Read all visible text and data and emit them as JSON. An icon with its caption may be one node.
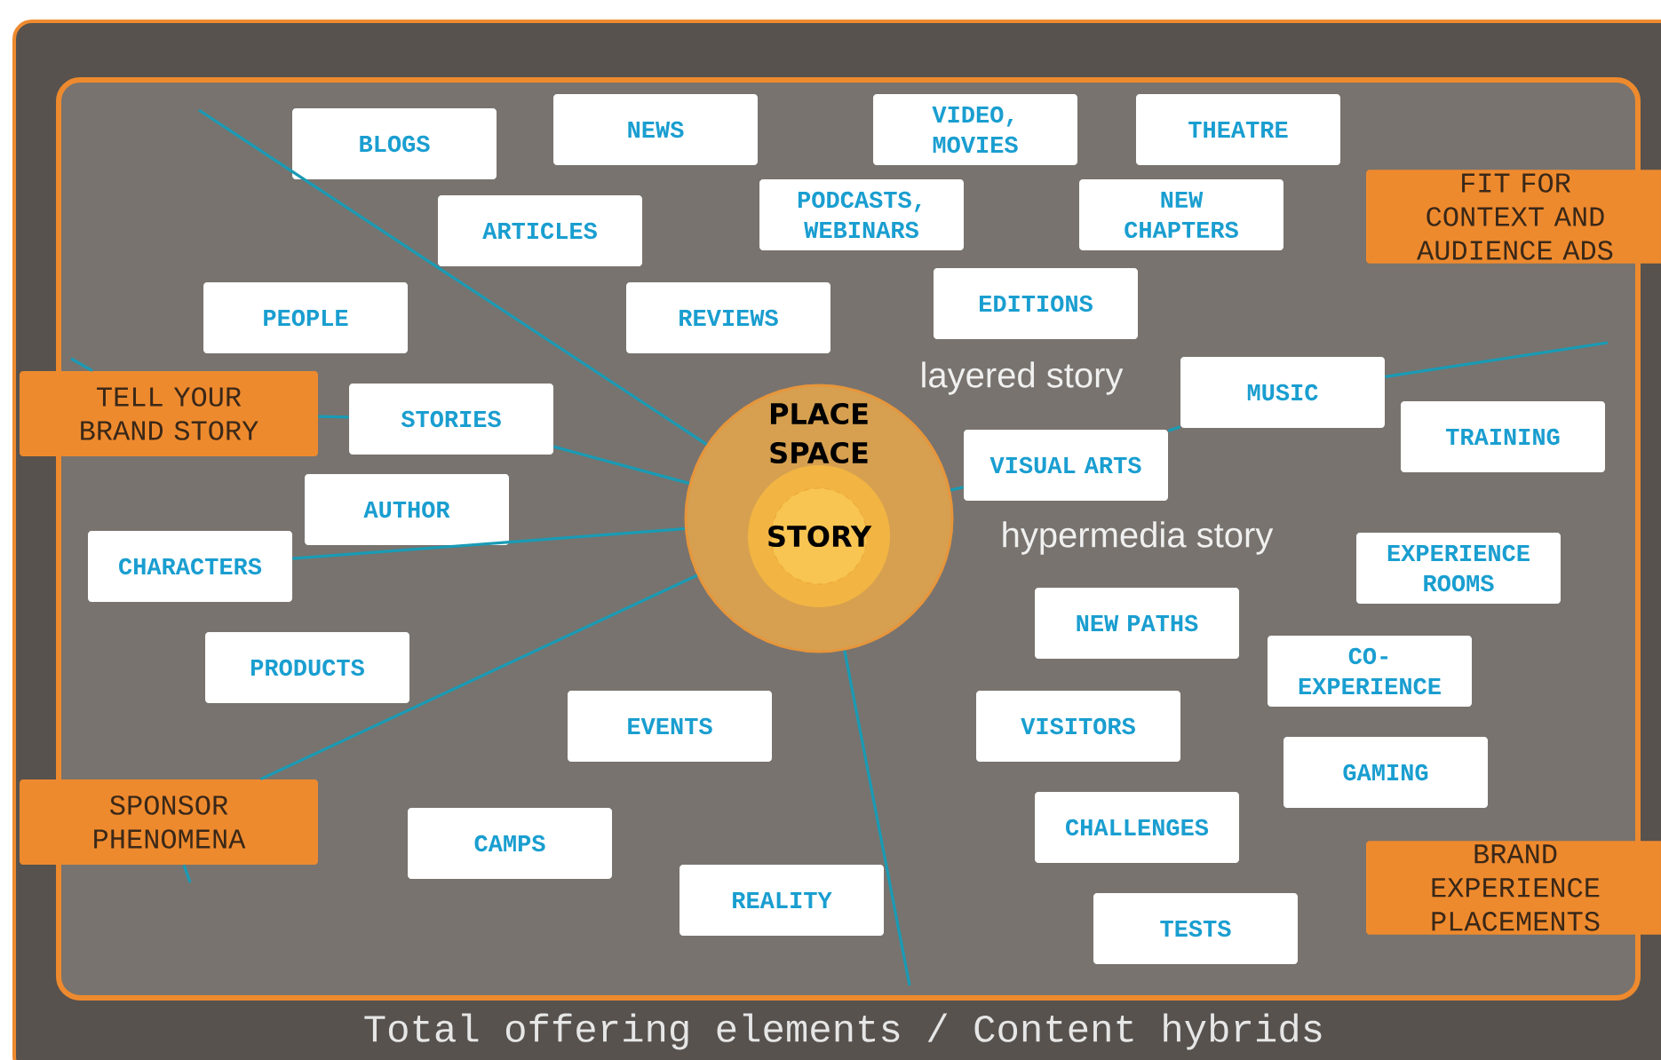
{
  "diagram": {
    "caption": "Total offering elements / Content hybrids",
    "nodes": [
      {
        "text": [
          "BLOGS"
        ]
      },
      {
        "text": [
          "NEWS"
        ]
      },
      {
        "text": [
          "VIDEO, MOVIES"
        ]
      },
      {
        "text": [
          "THEATRE"
        ]
      },
      {
        "text": [
          "FIT FOR CONTEXT AND AUDIENCE ADS"
        ]
      },
      {
        "text": [
          "PODCASTS, WEBINARS"
        ]
      },
      {
        "text": [
          "NEW CHAPTERS"
        ]
      },
      {
        "text": [
          "ARTICLES"
        ]
      },
      {
        "text": [
          "EDITIONS"
        ]
      },
      {
        "text": [
          "PEOPLE"
        ]
      },
      {
        "text": [
          "REVIEWS"
        ]
      },
      {
        "text": [
          "TELL YOUR BRAND STORY"
        ]
      },
      {
        "text": [
          "MUSIC"
        ]
      },
      {
        "text": [
          "STORIES"
        ]
      },
      {
        "text": [
          "TRAINING"
        ]
      },
      {
        "text": [
          "VISUAL ARTS"
        ]
      },
      {
        "text": [
          "AUTHOR"
        ]
      },
      {
        "text": [
          "PLACE SPACE"
        ]
      },
      {
        "text": [
          "STORY"
        ],
        "in": 17
      },
      {
        "text": [
          "CHARACTERS"
        ]
      },
      {
        "text": [
          "EXPERIENCE ROOMS"
        ]
      },
      {
        "text": [
          "NEW PATHS"
        ]
      },
      {
        "text": [
          "PRODUCTS"
        ]
      },
      {
        "text": [
          "CO-EXPERIENCE"
        ]
      },
      {
        "text": [
          "EVENTS"
        ]
      },
      {
        "text": [
          "VISITORS"
        ]
      },
      {
        "text": [
          "GAMING"
        ]
      },
      {
        "text": [
          "SPONSOR PHENOMENA"
        ]
      },
      {
        "text": [
          "BRAND EXPERIENCE PLACEMENTS"
        ]
      },
      {
        "text": [
          "CAMPS"
        ]
      },
      {
        "text": [
          "CHALLENGES"
        ]
      },
      {
        "text": [
          "REALITY"
        ]
      },
      {
        "text": [
          "TESTS"
        ]
      }
    ],
    "edges": [
      {
        "from": 17,
        "to": null,
        "arrow": "none"
      },
      {
        "from": 17,
        "to": 13,
        "arrow": "none"
      },
      {
        "from": 13,
        "to": 11,
        "arrow": "none"
      },
      {
        "from": 11,
        "to": null,
        "arrow": "none"
      },
      {
        "from": 17,
        "to": 19,
        "arrow": "none"
      },
      {
        "from": 17,
        "to": 27,
        "arrow": "none"
      },
      {
        "from": 27,
        "to": null,
        "arrow": "none"
      },
      {
        "from": 17,
        "to": 15,
        "arrow": "none"
      },
      {
        "from": 15,
        "to": 12,
        "arrow": "none"
      },
      {
        "from": 12,
        "to": null,
        "arrow": "none"
      },
      {
        "from": 17,
        "to": null,
        "arrow": "none"
      }
    ],
    "labels": [
      "layered story",
      "hypermedia story"
    ]
  }
}
